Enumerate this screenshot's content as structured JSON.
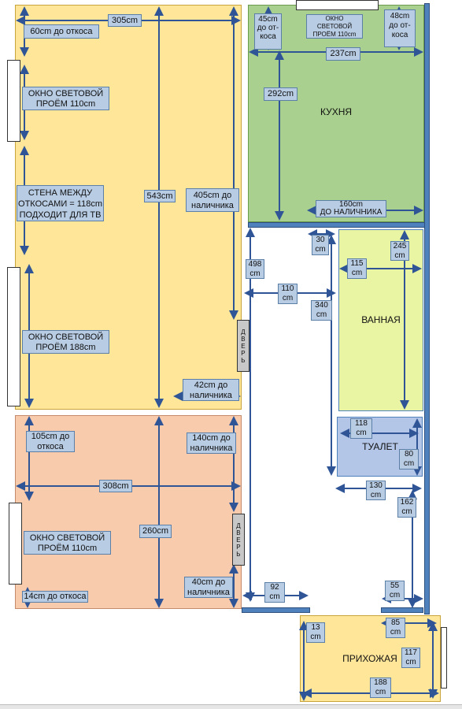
{
  "rooms": {
    "kitchen": "КУХНЯ",
    "bathroom": "ВАННАЯ",
    "toilet": "ТУАЛЕТ",
    "hallway": "ПРИХОЖАЯ"
  },
  "yellow_room": {
    "dim_width": "305cm",
    "dim_to_slope": "60cm до откоса",
    "window_top": "ОКНО СВЕТОВОЙ\nПРОЁМ 110cm",
    "wall_between": "СТЕНА МЕЖДУ\nОТКОСАМИ = 118cm\nПОДХОДИТ ДЛЯ ТВ",
    "dim_length": "543cm",
    "dim_to_trim": "405cm до\nналичника",
    "window_bottom": "ОКНО СВЕТОВОЙ\nПРОЁМ 188cm",
    "dim_to_trim_small": "42cm до\nналичника"
  },
  "pink_room": {
    "dim_to_slope_top": "105cm до\nоткоса",
    "dim_to_trim_top": "140cm до\nналичника",
    "dim_width": "308cm",
    "window": "ОКНО СВЕТОВОЙ\nПРОЁМ 110cm",
    "dim_length": "260cm",
    "dim_to_trim_bottom": "40cm до\nналичника",
    "dim_to_slope_bottom": "14cm до откоса"
  },
  "kitchen": {
    "dim_left": "45cm\nдо от-\nкоса",
    "window": "ОКНО\nСВЕТОВОЙ\nПРОЁМ 110cm",
    "dim_right": "48cm\nдо от-\nкоса",
    "dim_width": "237cm",
    "dim_length": "292cm",
    "dim_to_trim": "160cm\nДО НАЛИЧНИКА"
  },
  "corridor": {
    "dim_498": "498\ncm",
    "dim_110": "110\ncm",
    "dim_30": "30\ncm",
    "dim_340": "340\ncm",
    "dim_92": "92\ncm"
  },
  "bathroom": {
    "dim_245": "245\ncm",
    "dim_115": "115\ncm"
  },
  "toilet": {
    "dim_118": "118\ncm",
    "dim_80": "80\ncm"
  },
  "entry": {
    "dim_130": "130\ncm",
    "dim_162": "162\ncm",
    "dim_55": "55\ncm"
  },
  "hallway": {
    "dim_13": "13\ncm",
    "dim_85": "85\ncm",
    "dim_117": "117\ncm",
    "dim_188": "188\ncm"
  },
  "doors": {
    "door_1": "Д\nВ\nЕ\nР\nЬ",
    "door_2": "Д\nВ\nЕ\nР\nЬ"
  },
  "colors": {
    "yellow": "#ffe699",
    "pink": "#f8cbad",
    "green": "#a9d08e",
    "lime": "#eaf5a3",
    "toilet_blue": "#b4c6e7",
    "hallway_yellow": "#ffe699",
    "arrow": "#2f5597",
    "wall_blue": "#4f81bd"
  }
}
